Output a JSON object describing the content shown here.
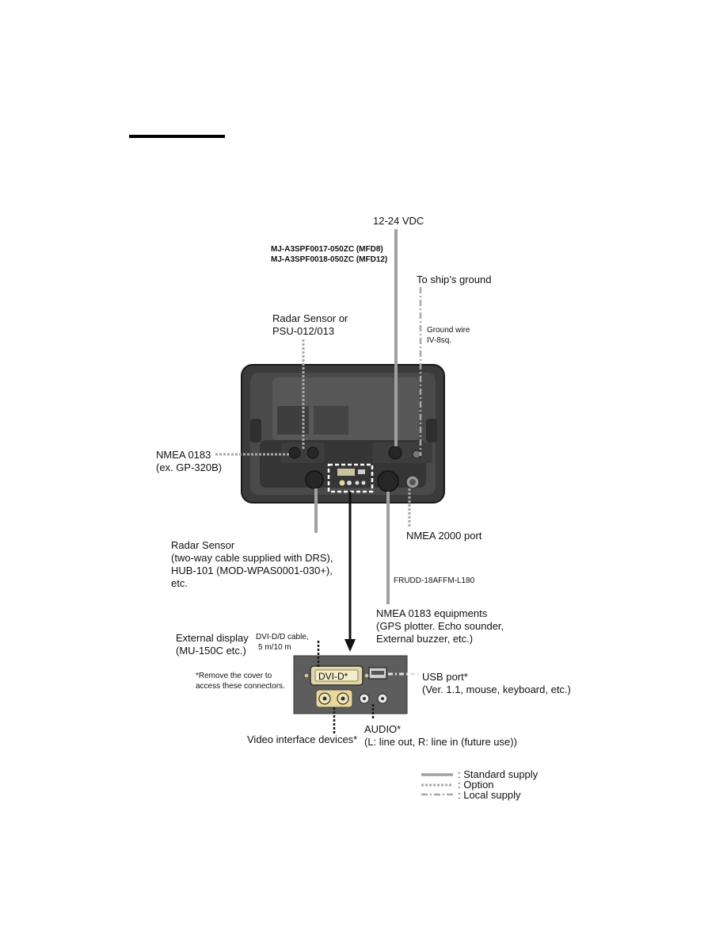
{
  "labels": {
    "power": "12-24 VDC",
    "power_cable_1": "MJ-A3SPF0017-050ZC (MFD8)",
    "power_cable_2": "MJ-A3SPF0018-050ZC (MFD12)",
    "ship_ground": "To ship’s ground",
    "ground_wire_1": "Ground wire",
    "ground_wire_2": "IV-8sq.",
    "radar_psu_1": "Radar Sensor or",
    "radar_psu_2": "PSU-012/013",
    "nmea0183_1": "NMEA 0183",
    "nmea0183_2": "(ex. GP-320B)",
    "radar_sensor_1": "Radar Sensor",
    "radar_sensor_2": "(two-way cable supplied with DRS),",
    "radar_sensor_3": "HUB-101 (MOD-WPAS0001-030+),",
    "radar_sensor_4": "etc.",
    "nmea2000": "NMEA 2000 port",
    "frudd": "FRUDD-18AFFM-L180",
    "nmea_equip_1": "NMEA 0183 equipments",
    "nmea_equip_2": "(GPS plotter. Echo sounder,",
    "nmea_equip_3": "External buzzer, etc.)",
    "ext_display_1": "External display",
    "ext_display_2": "(MU-150C etc.)",
    "dvi_cable_1": "DVI-D/D cable,",
    "dvi_cable_2": "5 m/10 m",
    "cover_note_1": "*Remove the cover to",
    "cover_note_2": "access  these connectors.",
    "dvi_port": "DVI-D*",
    "usb_1": "USB port*",
    "usb_2": "(Ver. 1.1, mouse, keyboard, etc.)",
    "video": "Video interface devices*",
    "audio_1": "AUDIO*",
    "audio_2": "(L: line out, R: line in (future use))"
  },
  "legend": [
    {
      "style": "solid",
      "label": ": Standard supply"
    },
    {
      "style": "dotted",
      "label": ": Option"
    },
    {
      "style": "dashdot",
      "label": ": Local supply"
    }
  ],
  "colors": {
    "cable": "#a0a0a0",
    "unit_body": "#3a3a3a",
    "unit_panel": "#555555",
    "connector": "#2a2a2a",
    "port_panel": "#5a5a5a",
    "rca_yellow": "#e8d89a"
  }
}
